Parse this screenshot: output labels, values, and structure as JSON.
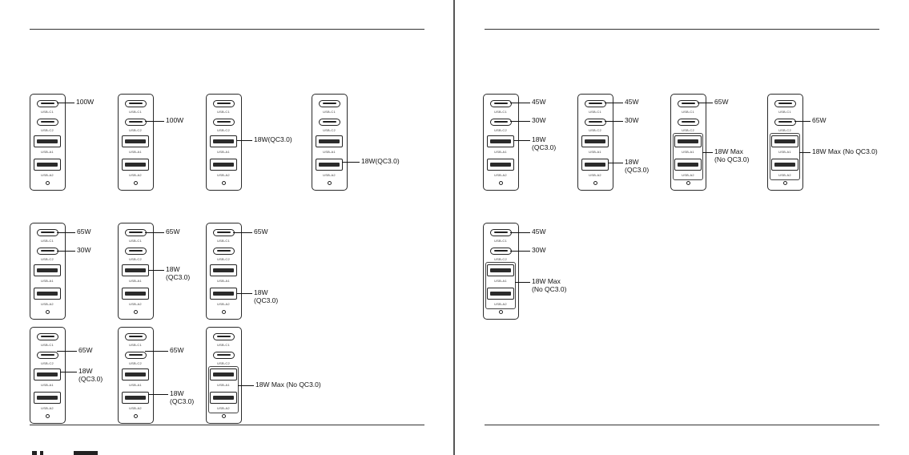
{
  "port_labels": {
    "usb_c1": "USB-C1",
    "usb_c2": "USB-C2",
    "usb_a1": "USB-A1",
    "usb_a2": "USB-A2"
  },
  "left_page": {
    "row1": [
      {
        "c1": "100W"
      },
      {
        "c2": "100W"
      },
      {
        "a1": "18W(QC3.0)"
      },
      {
        "a2": "18W(QC3.0)"
      }
    ],
    "row2": [
      {
        "c1": "65W",
        "c2": "30W"
      },
      {
        "c1": "65W",
        "a1_line1": "18W",
        "a1_line2": "(QC3.0)"
      },
      {
        "c1": "65W",
        "a2_line1": "18W",
        "a2_line2": "(QC3.0)"
      }
    ],
    "row3": [
      {
        "c2": "65W",
        "a1_line1": "18W",
        "a1_line2": "(QC3.0)"
      },
      {
        "c2": "65W",
        "a2_line1": "18W",
        "a2_line2": "(QC3.0)"
      },
      {
        "a_group": "18W Max (No QC3.0)"
      }
    ]
  },
  "right_page": {
    "row1": [
      {
        "c1": "45W",
        "c2": "30W",
        "a1_line1": "18W",
        "a1_line2": "(QC3.0)"
      },
      {
        "c1": "45W",
        "c2": "30W",
        "a2_line1": "18W",
        "a2_line2": "(QC3.0)"
      },
      {
        "c1": "65W",
        "a_group_line1": "18W Max",
        "a_group_line2": "(No QC3.0)"
      },
      {
        "c2": "65W",
        "a_group": "18W Max (No QC3.0)"
      }
    ],
    "row2": [
      {
        "c1": "45W",
        "c2": "30W",
        "a_group_line1": "18W Max",
        "a_group_line2": "(No QC3.0)"
      }
    ]
  }
}
